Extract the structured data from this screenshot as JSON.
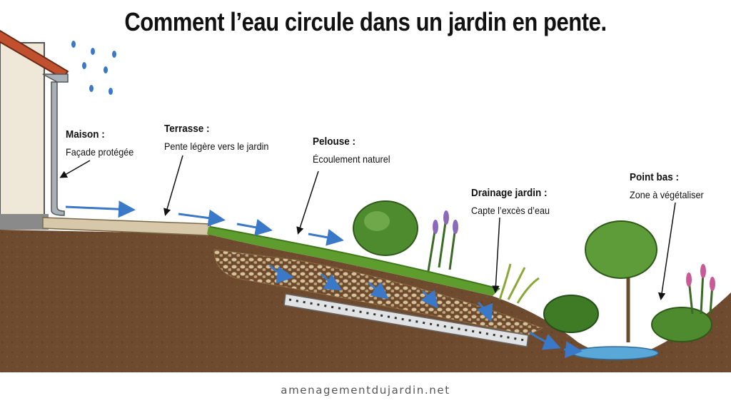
{
  "title": "Comment l’eau circule dans un jardin en pente.",
  "labels": {
    "maison": {
      "heading": "Maison :",
      "desc": "Façade protégée"
    },
    "terrasse": {
      "heading": "Terrasse :",
      "desc": "Pente légère vers le jardin"
    },
    "pelouse": {
      "heading": "Pelouse :",
      "desc": "Écoulement naturel"
    },
    "drainage": {
      "heading": "Drainage jardin :",
      "desc": "Capte l’excès d’eau"
    },
    "point_bas": {
      "heading": "Point bas :",
      "desc": "Zone à végétaliser"
    }
  },
  "credit": "amenagementdujardin.net",
  "colors": {
    "soil": "#6e4a2e",
    "grass": "#5e9c2e",
    "water_arrow": "#3a78c8",
    "gravel": "#c9b08a",
    "pond": "#5aa8d8"
  }
}
